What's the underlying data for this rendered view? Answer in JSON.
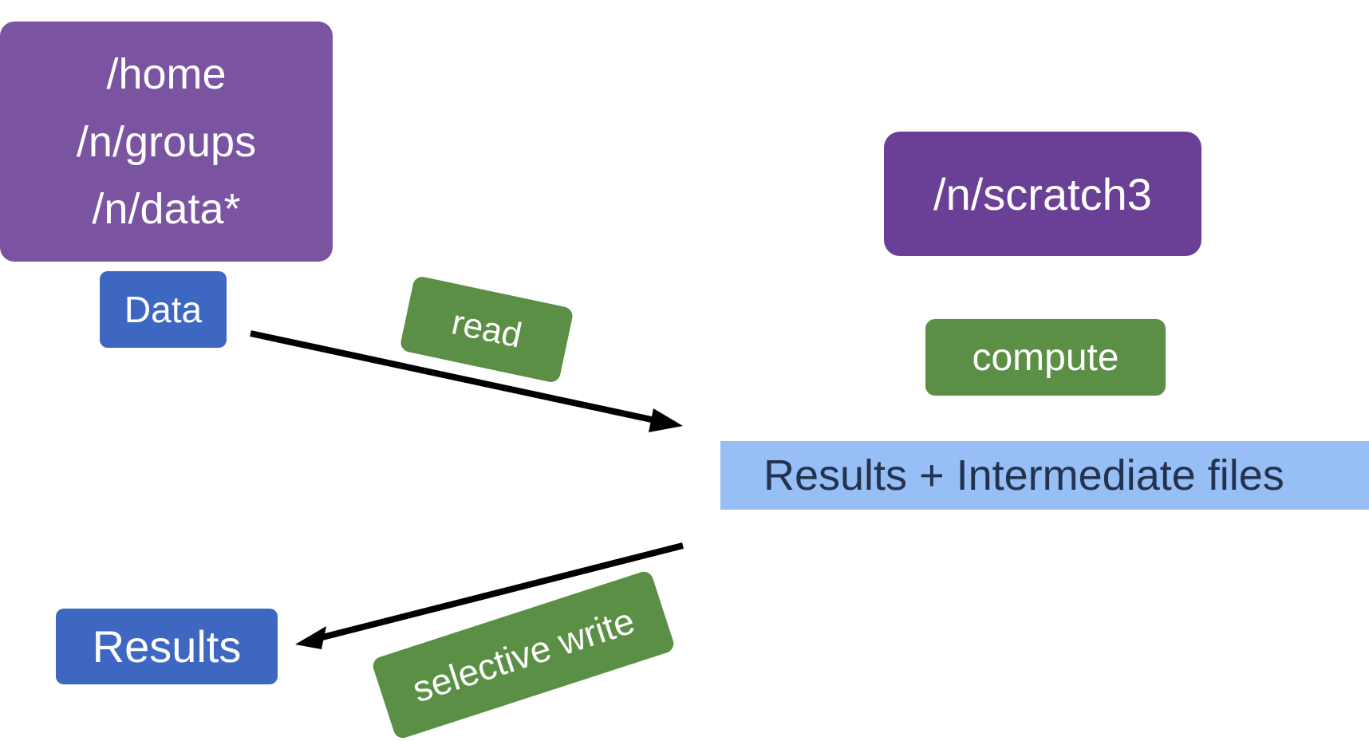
{
  "storage": {
    "paths": [
      "/home",
      "/n/groups",
      "/n/data*"
    ]
  },
  "scratch": {
    "label": "/n/scratch3"
  },
  "data_node": {
    "label": "Data"
  },
  "results_node": {
    "label": "Results"
  },
  "compute": {
    "label": "compute"
  },
  "intermediate": {
    "label": "Results + Intermediate files"
  },
  "edges": {
    "read_label": "read",
    "write_label": "selective write"
  },
  "colors": {
    "storage": "#7a53a1",
    "scratch": "#6a3f96",
    "data_blue": "#3e67c2",
    "action_green": "#5a8f45",
    "intermediate_bg": "#97bff5",
    "intermediate_text": "#23324f",
    "arrow": "#000000"
  }
}
